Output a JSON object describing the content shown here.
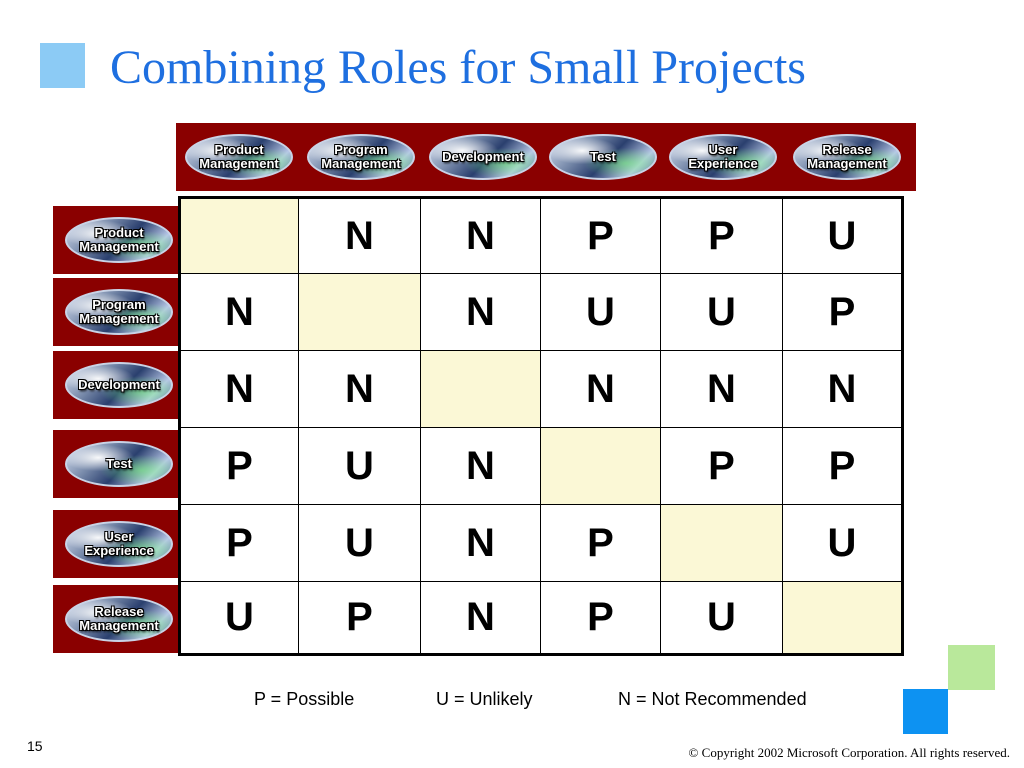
{
  "slide": {
    "title": "Combining Roles for Small Projects",
    "page_number": "15",
    "copyright": "© Copyright 2002 Microsoft Corporation.  All rights reserved."
  },
  "roles": [
    {
      "line1": "Product",
      "line2": "Management"
    },
    {
      "line1": "Program",
      "line2": "Management"
    },
    {
      "line1": "Development",
      "line2": ""
    },
    {
      "line1": "Test",
      "line2": ""
    },
    {
      "line1": "User",
      "line2": "Experience"
    },
    {
      "line1": "Release",
      "line2": "Management"
    }
  ],
  "matrix": [
    [
      "",
      "N",
      "N",
      "P",
      "P",
      "U"
    ],
    [
      "N",
      "",
      "N",
      "U",
      "U",
      "P"
    ],
    [
      "N",
      "N",
      "",
      "N",
      "N",
      "N"
    ],
    [
      "P",
      "U",
      "N",
      "",
      "P",
      "P"
    ],
    [
      "P",
      "U",
      "N",
      "P",
      "",
      "U"
    ],
    [
      "U",
      "P",
      "N",
      "P",
      "U",
      ""
    ]
  ],
  "legend": {
    "possible": "P = Possible",
    "unlikely": "U = Unlikely",
    "not_recommended": "N = Not Recommended"
  },
  "colors": {
    "title": "#1e6fe0",
    "badge_background": "#8a0000",
    "diagonal_cell": "#fbf8d6",
    "accent_blue": "#0d92f2",
    "accent_green": "#b9e89b",
    "title_square": "#8ccbf5"
  }
}
